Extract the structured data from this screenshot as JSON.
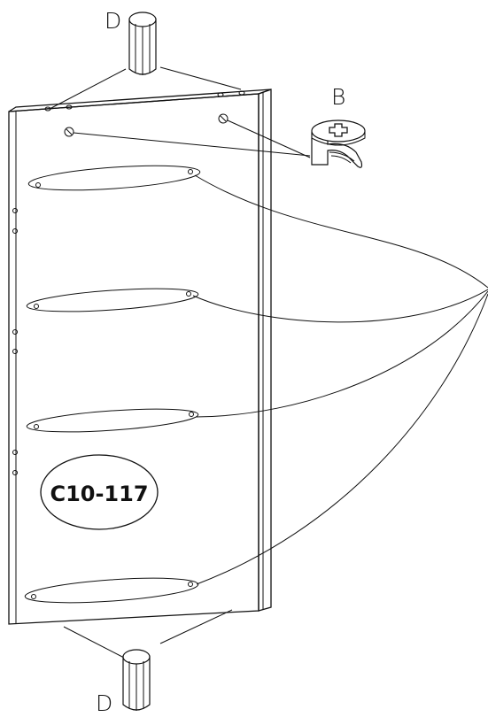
{
  "labels": {
    "dowel_top": "D",
    "dowel_bottom": "D",
    "cam_lock": "B",
    "part_code": "C10-117"
  }
}
